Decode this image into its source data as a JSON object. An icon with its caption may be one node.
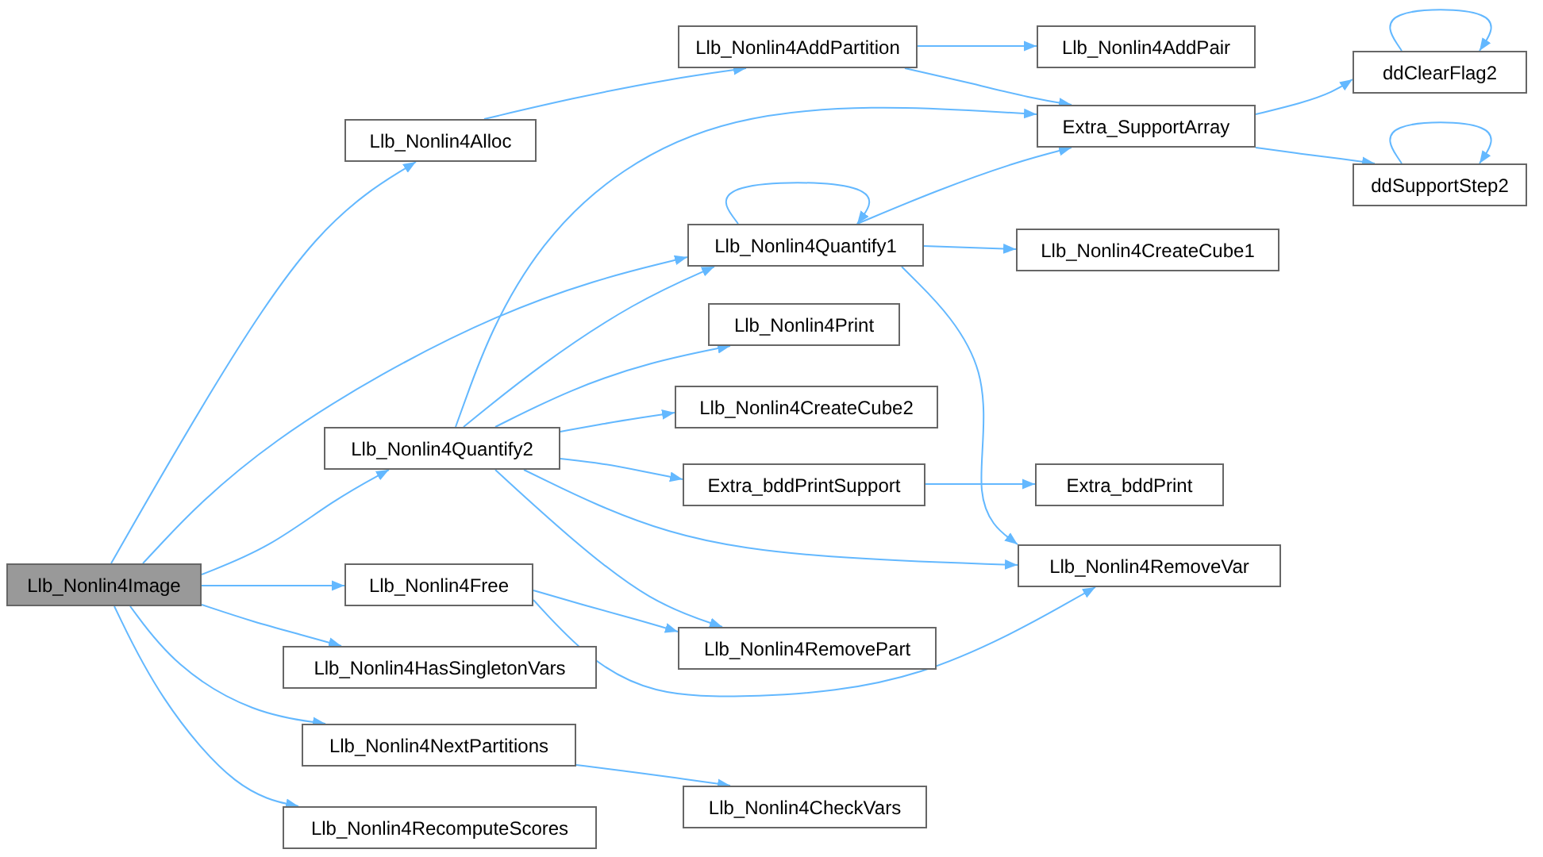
{
  "diagram": {
    "nodes": [
      {
        "text": [
          "Llb_Nonlin4Image"
        ]
      },
      {
        "text": [
          "Llb_Nonlin4Alloc"
        ]
      },
      {
        "text": [
          "Llb_Nonlin4AddPartition"
        ]
      },
      {
        "text": [
          "Llb_Nonlin4AddPair"
        ]
      },
      {
        "text": [
          "Extra_SupportArray"
        ]
      },
      {
        "text": [
          "ddClearFlag2"
        ]
      },
      {
        "text": [
          "ddSupportStep2"
        ]
      },
      {
        "text": [
          "Llb_Nonlin4Quantify1"
        ]
      },
      {
        "text": [
          "Llb_Nonlin4CreateCube1"
        ]
      },
      {
        "text": [
          "Llb_Nonlin4Print"
        ]
      },
      {
        "text": [
          "Llb_Nonlin4Quantify2"
        ]
      },
      {
        "text": [
          "Llb_Nonlin4CreateCube2"
        ]
      },
      {
        "text": [
          "Extra_bddPrintSupport"
        ]
      },
      {
        "text": [
          "Extra_bddPrint"
        ]
      },
      {
        "text": [
          "Llb_Nonlin4RemoveVar"
        ]
      },
      {
        "text": [
          "Llb_Nonlin4Free"
        ]
      },
      {
        "text": [
          "Llb_Nonlin4RemovePart"
        ]
      },
      {
        "text": [
          "Llb_Nonlin4HasSingletonVars"
        ]
      },
      {
        "text": [
          "Llb_Nonlin4NextPartitions"
        ]
      },
      {
        "text": [
          "Llb_Nonlin4CheckVars"
        ]
      },
      {
        "text": [
          "Llb_Nonlin4RecomputeScores"
        ]
      }
    ],
    "edges": [
      {
        "from": 0,
        "to": 1,
        "arrow": "to"
      },
      {
        "from": 0,
        "to": 7,
        "arrow": "to"
      },
      {
        "from": 0,
        "to": 10,
        "arrow": "to"
      },
      {
        "from": 0,
        "to": 15,
        "arrow": "to"
      },
      {
        "from": 0,
        "to": 17,
        "arrow": "to"
      },
      {
        "from": 0,
        "to": 18,
        "arrow": "to"
      },
      {
        "from": 0,
        "to": 20,
        "arrow": "to"
      },
      {
        "from": 1,
        "to": 2,
        "arrow": "to"
      },
      {
        "from": 2,
        "to": 3,
        "arrow": "to"
      },
      {
        "from": 2,
        "to": 4,
        "arrow": "to"
      },
      {
        "from": 4,
        "to": 5,
        "arrow": "to"
      },
      {
        "from": 4,
        "to": 6,
        "arrow": "to"
      },
      {
        "from": 5,
        "to": 5,
        "arrow": "to"
      },
      {
        "from": 6,
        "to": 6,
        "arrow": "to"
      },
      {
        "from": 7,
        "to": 7,
        "arrow": "to"
      },
      {
        "from": 7,
        "to": 4,
        "arrow": "to"
      },
      {
        "from": 7,
        "to": 8,
        "arrow": "to"
      },
      {
        "from": 7,
        "to": 14,
        "arrow": "to"
      },
      {
        "from": 10,
        "to": 4,
        "arrow": "to"
      },
      {
        "from": 10,
        "to": 7,
        "arrow": "to"
      },
      {
        "from": 10,
        "to": 9,
        "arrow": "to"
      },
      {
        "from": 10,
        "to": 11,
        "arrow": "to"
      },
      {
        "from": 10,
        "to": 12,
        "arrow": "to"
      },
      {
        "from": 10,
        "to": 14,
        "arrow": "to"
      },
      {
        "from": 10,
        "to": 16,
        "arrow": "to"
      },
      {
        "from": 12,
        "to": 13,
        "arrow": "to"
      },
      {
        "from": 15,
        "to": 16,
        "arrow": "to"
      },
      {
        "from": 15,
        "to": 14,
        "arrow": "to"
      },
      {
        "from": 18,
        "to": 19,
        "arrow": "to"
      }
    ]
  }
}
